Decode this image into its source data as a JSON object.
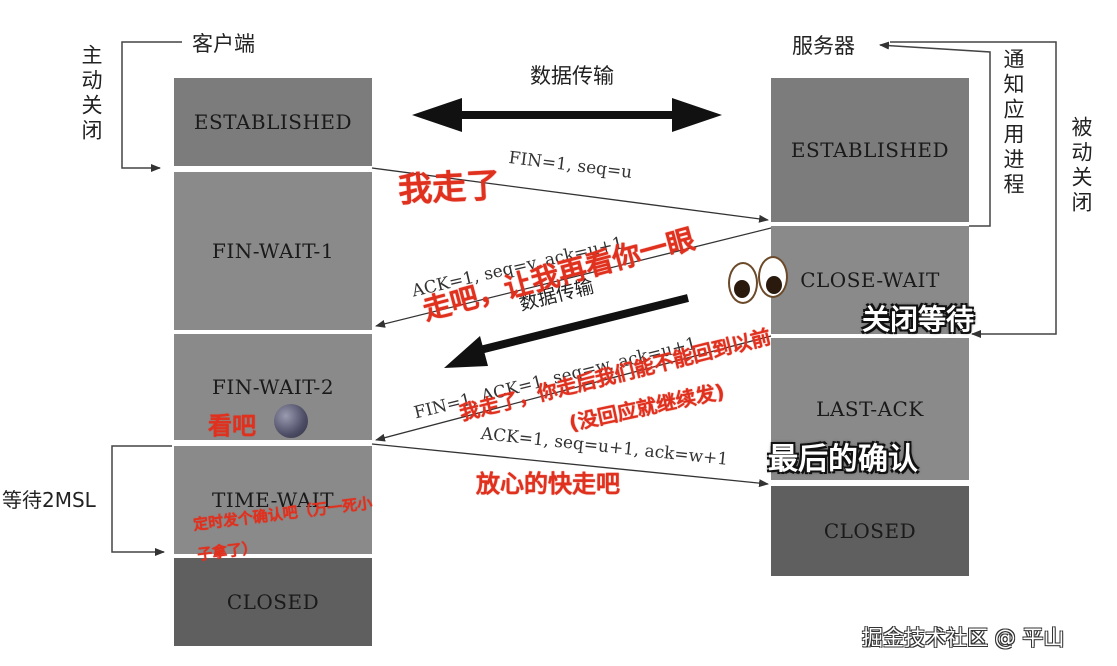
{
  "client": {
    "title": "客户端",
    "active_close": "主动关闭",
    "states": [
      "ESTABLISHED",
      "FIN-WAIT-1",
      "FIN-WAIT-2",
      "TIME-WAIT",
      "CLOSED"
    ],
    "wait_2msl": "等待2MSL"
  },
  "server": {
    "title": "服务器",
    "notify_app": "通知应用进程",
    "passive_close": "被动关闭",
    "states": [
      "ESTABLISHED",
      "CLOSE-WAIT",
      "LAST-ACK",
      "CLOSED"
    ]
  },
  "transfer": {
    "top": "数据传输",
    "middle": "数据传输"
  },
  "messages": {
    "fin1": "FIN=1, seq=u",
    "ack1": "ACK=1, seq=v, ack=u+1",
    "fin2": "FIN=1, ACK=1, seq=w, ack=u+1",
    "ack2": "ACK=1, seq=u+1, ack=w+1"
  },
  "annotations": {
    "im_leaving": "我走了",
    "go_look": "走吧，让我再看你一眼",
    "close_wait": "关闭等待",
    "confirm_leave": "我走了，你走后我们能不能回到以前",
    "no_reply": "(没回应就继续发)",
    "look": "看吧",
    "final_ack": "最后的确认",
    "relax": "放心的快走吧",
    "timer_note_1": "定时发个确认吧（万一死小",
    "timer_note_2": "子拿了）"
  },
  "watermark": "掘金技术社区 @ 平山",
  "colors": {
    "state_dark": "#5f5f5f",
    "state_mid": "#7c7c7c",
    "annotation_red": "#e0301e"
  }
}
